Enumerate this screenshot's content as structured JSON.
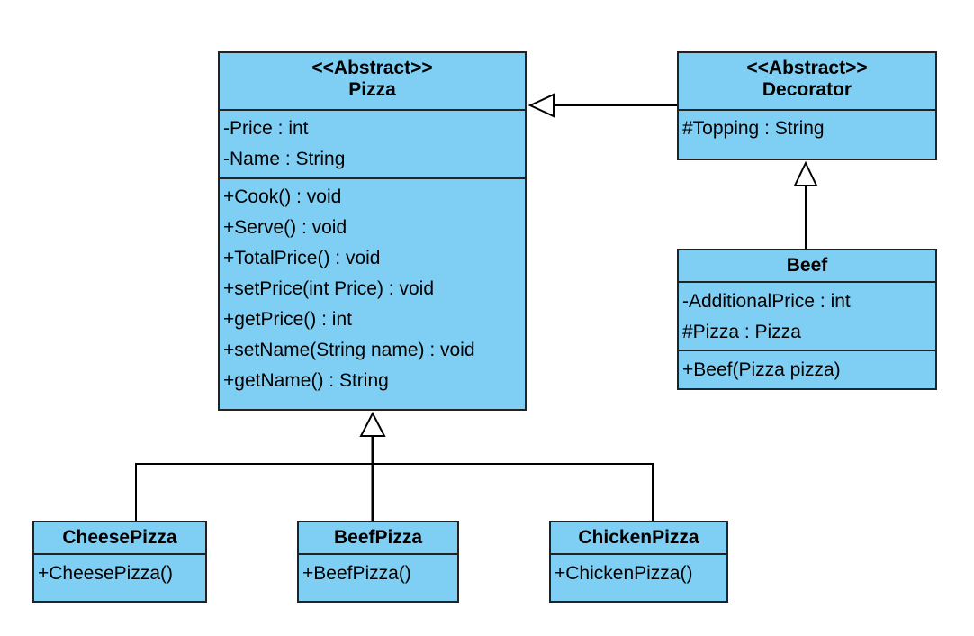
{
  "classes": {
    "pizza": {
      "stereotype": "<<Abstract>>",
      "name": "Pizza",
      "attributes": [
        "-Price : int",
        "-Name : String"
      ],
      "operations": [
        "+Cook() : void",
        "+Serve() : void",
        "+TotalPrice() : void",
        "+setPrice(int Price) : void",
        "+getPrice() : int",
        "+setName(String name) : void",
        "+getName() : String"
      ]
    },
    "decorator": {
      "stereotype": "<<Abstract>>",
      "name": "Decorator",
      "attributes": [
        "#Topping : String"
      ]
    },
    "beef": {
      "name": "Beef",
      "attributes": [
        "-AdditionalPrice : int",
        "#Pizza : Pizza"
      ],
      "operations": [
        "+Beef(Pizza pizza)"
      ]
    },
    "cheese_pizza": {
      "name": "CheesePizza",
      "operations": [
        "+CheesePizza()"
      ]
    },
    "beef_pizza": {
      "name": "BeefPizza",
      "operations": [
        "+BeefPizza()"
      ]
    },
    "chicken_pizza": {
      "name": "ChickenPizza",
      "operations": [
        "+ChickenPizza()"
      ]
    }
  },
  "relations": [
    {
      "type": "generalization",
      "from": "Decorator",
      "to": "Pizza"
    },
    {
      "type": "generalization",
      "from": "Beef",
      "to": "Decorator"
    },
    {
      "type": "generalization",
      "from": "CheesePizza",
      "to": "Pizza"
    },
    {
      "type": "generalization",
      "from": "BeefPizza",
      "to": "Pizza"
    },
    {
      "type": "generalization",
      "from": "ChickenPizza",
      "to": "Pizza"
    }
  ],
  "colors": {
    "class_fill": "#7fcff4",
    "border": "#222222"
  }
}
